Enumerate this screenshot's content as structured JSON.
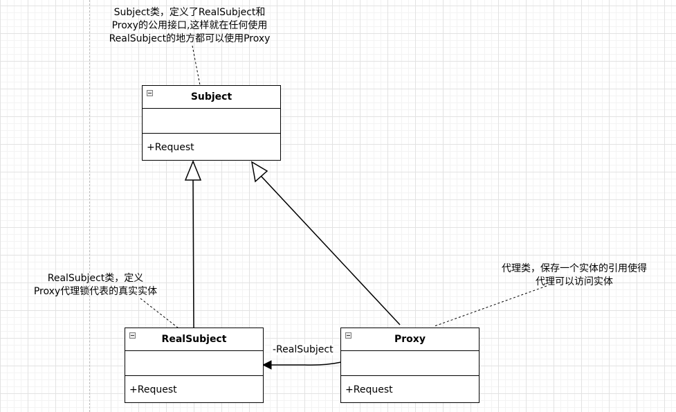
{
  "diagram": {
    "classes": {
      "subject": {
        "name": "Subject",
        "operation": "+Request"
      },
      "real_subject": {
        "name": "RealSubject",
        "operation": "+Request"
      },
      "proxy": {
        "name": "Proxy",
        "operation": "+Request"
      }
    },
    "notes": {
      "subject": {
        "lines": [
          "Subject类，定义了RealSubject和",
          "Proxy的公用接口,这样就在任何使用",
          "RealSubject的地方都可以使用Proxy"
        ]
      },
      "real_subject": {
        "lines": [
          "RealSubject类，定义",
          "Proxy代理锁代表的真实实体"
        ]
      },
      "proxy": {
        "lines": [
          "代理类，保存一个实体的引用使得",
          "代理可以访问实体"
        ]
      }
    },
    "association_label": "-RealSubject"
  }
}
